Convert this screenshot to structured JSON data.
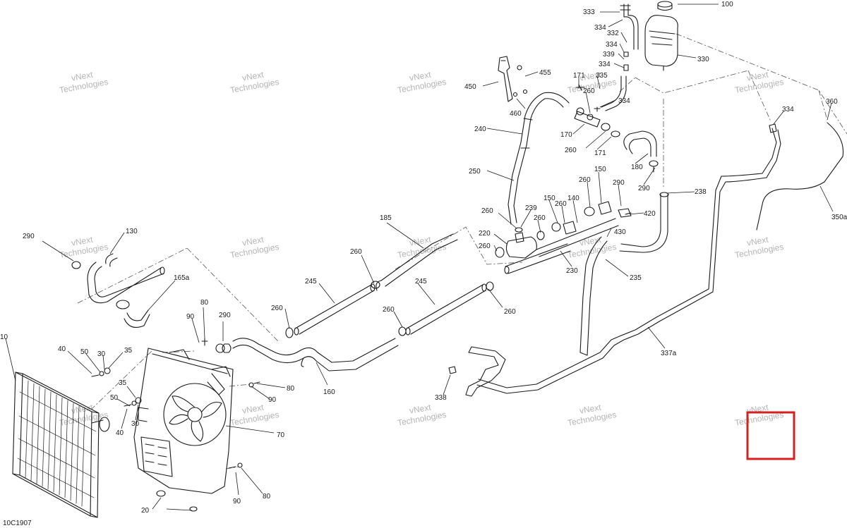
{
  "drawing_code": "10C1907",
  "watermark": {
    "line1": "vNext",
    "line2": "Technologies"
  },
  "callouts": [
    {
      "id": "c100",
      "text": "100"
    },
    {
      "id": "c333",
      "text": "333"
    },
    {
      "id": "c334a",
      "text": "334"
    },
    {
      "id": "c332",
      "text": "332"
    },
    {
      "id": "c334b",
      "text": "334"
    },
    {
      "id": "c339",
      "text": "339"
    },
    {
      "id": "c334c",
      "text": "334"
    },
    {
      "id": "c330",
      "text": "330"
    },
    {
      "id": "c455",
      "text": "455"
    },
    {
      "id": "c450",
      "text": "450"
    },
    {
      "id": "c460",
      "text": "460"
    },
    {
      "id": "c171a",
      "text": "171"
    },
    {
      "id": "c335",
      "text": "335"
    },
    {
      "id": "c260a",
      "text": "260"
    },
    {
      "id": "c334d",
      "text": "334"
    },
    {
      "id": "c170",
      "text": "170"
    },
    {
      "id": "c260b",
      "text": "260"
    },
    {
      "id": "c171b",
      "text": "171"
    },
    {
      "id": "c240",
      "text": "240"
    },
    {
      "id": "c250",
      "text": "250"
    },
    {
      "id": "c180",
      "text": "180"
    },
    {
      "id": "c290a",
      "text": "290"
    },
    {
      "id": "c238",
      "text": "238"
    },
    {
      "id": "c334e",
      "text": "334"
    },
    {
      "id": "c360",
      "text": "360"
    },
    {
      "id": "c350a",
      "text": "350a"
    },
    {
      "id": "c150a",
      "text": "150"
    },
    {
      "id": "c260c",
      "text": "260"
    },
    {
      "id": "c290b",
      "text": "290"
    },
    {
      "id": "c150b",
      "text": "150"
    },
    {
      "id": "c140",
      "text": "140"
    },
    {
      "id": "c260d",
      "text": "260"
    },
    {
      "id": "c239",
      "text": "239"
    },
    {
      "id": "c260e",
      "text": "260"
    },
    {
      "id": "c420",
      "text": "420"
    },
    {
      "id": "c260f",
      "text": "260"
    },
    {
      "id": "c430",
      "text": "430"
    },
    {
      "id": "c220",
      "text": "220"
    },
    {
      "id": "c260g",
      "text": "260"
    },
    {
      "id": "c230",
      "text": "230"
    },
    {
      "id": "c235",
      "text": "235"
    },
    {
      "id": "c185",
      "text": "185"
    },
    {
      "id": "c260h",
      "text": "260"
    },
    {
      "id": "c245a",
      "text": "245"
    },
    {
      "id": "c245b",
      "text": "245"
    },
    {
      "id": "c260i",
      "text": "260"
    },
    {
      "id": "c260j",
      "text": "260"
    },
    {
      "id": "c260k",
      "text": "260"
    },
    {
      "id": "c160",
      "text": "160"
    },
    {
      "id": "c290c",
      "text": "290"
    },
    {
      "id": "c130",
      "text": "130"
    },
    {
      "id": "c165a",
      "text": "165a"
    },
    {
      "id": "c80a",
      "text": "80"
    },
    {
      "id": "c90a",
      "text": "90"
    },
    {
      "id": "c290d",
      "text": "290"
    },
    {
      "id": "c10",
      "text": "10"
    },
    {
      "id": "c40a",
      "text": "40"
    },
    {
      "id": "c50a",
      "text": "50"
    },
    {
      "id": "c30a",
      "text": "30"
    },
    {
      "id": "c35a",
      "text": "35"
    },
    {
      "id": "c35b",
      "text": "35"
    },
    {
      "id": "c50b",
      "text": "50"
    },
    {
      "id": "c30b",
      "text": "30"
    },
    {
      "id": "c40b",
      "text": "40"
    },
    {
      "id": "c80b",
      "text": "80"
    },
    {
      "id": "c90b",
      "text": "90"
    },
    {
      "id": "c70",
      "text": "70"
    },
    {
      "id": "c338",
      "text": "338"
    },
    {
      "id": "c337a",
      "text": "337a"
    },
    {
      "id": "c90c",
      "text": "90"
    },
    {
      "id": "c80c",
      "text": "80"
    },
    {
      "id": "c20",
      "text": "20"
    }
  ],
  "colors": {
    "line": "#1a1a1a",
    "dash": "#555555",
    "watermark": "#a8a8a8",
    "highlight": "#d42020"
  }
}
